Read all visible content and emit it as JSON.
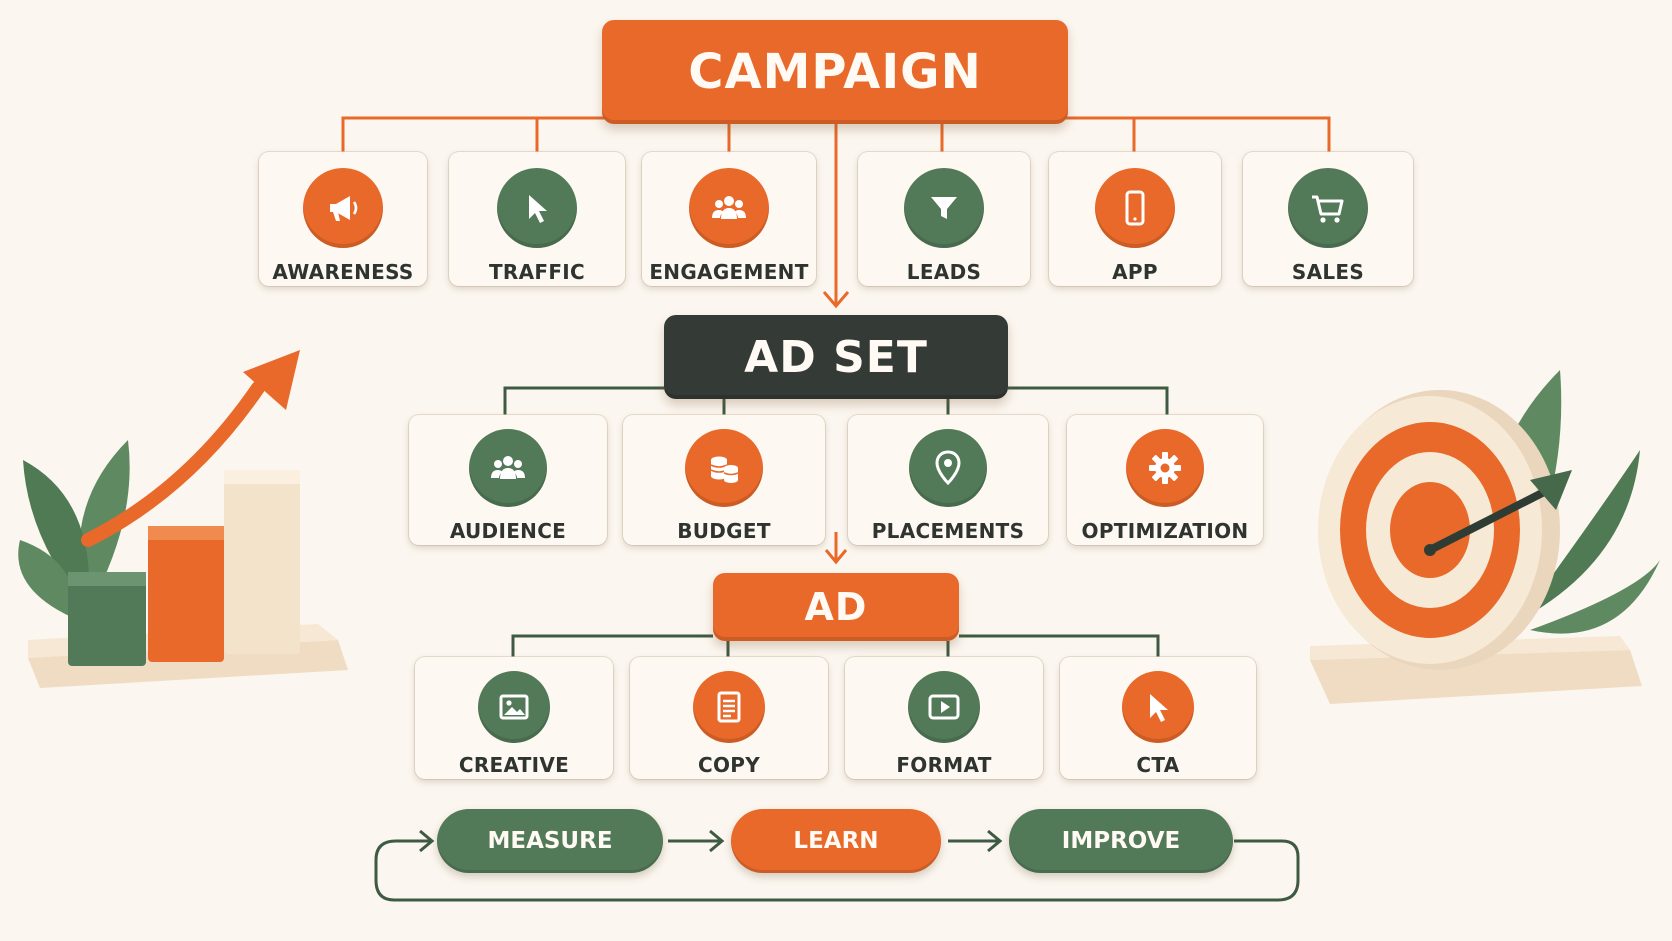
{
  "colors": {
    "orange": "#e8692a",
    "green": "#537a58",
    "dark": "#343a36",
    "background": "#fbf6ef",
    "card": "#fdf9f2",
    "text": "#2f3430"
  },
  "campaign": {
    "title": "CAMPAIGN",
    "objectives": [
      {
        "label": "AWARENESS",
        "icon": "megaphone-icon",
        "color": "orange"
      },
      {
        "label": "TRAFFIC",
        "icon": "cursor-icon",
        "color": "green"
      },
      {
        "label": "ENGAGEMENT",
        "icon": "people-icon",
        "color": "orange"
      },
      {
        "label": "LEADS",
        "icon": "funnel-icon",
        "color": "green"
      },
      {
        "label": "APP",
        "icon": "smartphone-icon",
        "color": "orange"
      },
      {
        "label": "SALES",
        "icon": "cart-icon",
        "color": "green"
      }
    ]
  },
  "ad_set": {
    "title": "AD SET",
    "items": [
      {
        "label": "AUDIENCE",
        "icon": "people-icon",
        "color": "green"
      },
      {
        "label": "BUDGET",
        "icon": "coins-icon",
        "color": "orange"
      },
      {
        "label": "PLACEMENTS",
        "icon": "location-pin-icon",
        "color": "green"
      },
      {
        "label": "OPTIMIZATION",
        "icon": "gear-icon",
        "color": "orange"
      }
    ]
  },
  "ad": {
    "title": "AD",
    "items": [
      {
        "label": "CREATIVE",
        "icon": "image-icon",
        "color": "green"
      },
      {
        "label": "COPY",
        "icon": "document-icon",
        "color": "orange"
      },
      {
        "label": "FORMAT",
        "icon": "video-play-icon",
        "color": "green"
      },
      {
        "label": "CTA",
        "icon": "cursor-icon",
        "color": "orange"
      }
    ]
  },
  "cycle": [
    {
      "label": "MEASURE",
      "color": "green"
    },
    {
      "label": "LEARN",
      "color": "orange"
    },
    {
      "label": "IMPROVE",
      "color": "green"
    }
  ]
}
